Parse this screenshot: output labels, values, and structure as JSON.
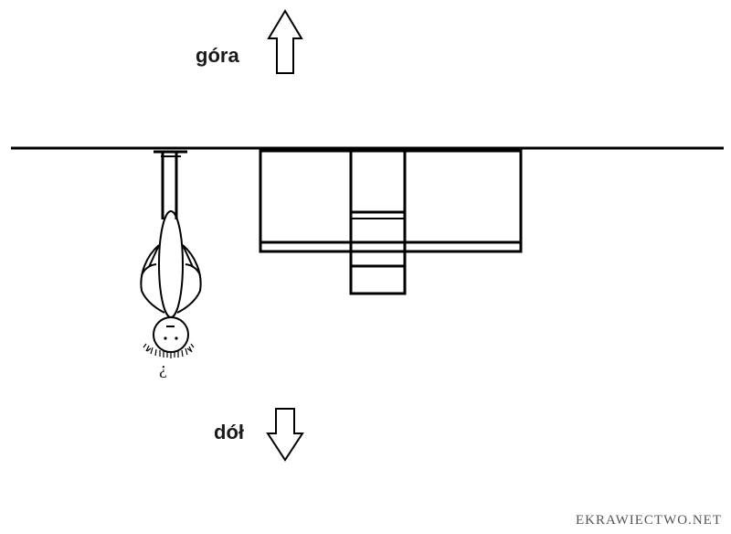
{
  "labels": {
    "up": "góra",
    "down": "dół",
    "question_mark": "?"
  },
  "watermark": "EKRAWIECTWO.NET",
  "colors": {
    "stroke": "#000000",
    "text": "#1a1a1a",
    "watermark": "#555555",
    "background": "#ffffff"
  },
  "icons": {
    "up_arrow": "up-arrow-icon",
    "down_arrow": "down-arrow-icon"
  }
}
